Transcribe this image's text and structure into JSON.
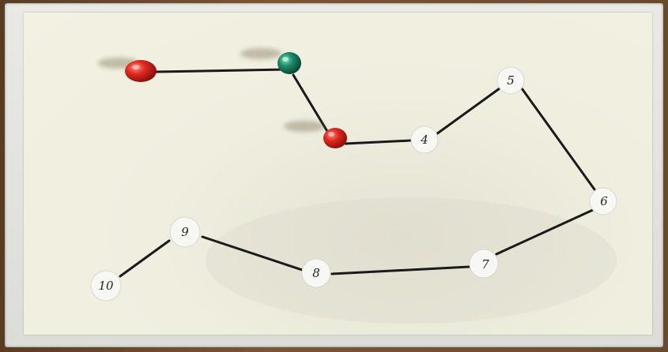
{
  "photo": {
    "subject": "whiteboard-with-connected-points"
  },
  "markers": [
    {
      "id": "marker-1",
      "label": "",
      "color": "#d6231c"
    },
    {
      "id": "marker-2",
      "label": "",
      "color": "#1d8a6b"
    },
    {
      "id": "marker-3",
      "label": "",
      "color": "#d6231c"
    }
  ],
  "points": [
    {
      "id": "point-4",
      "label": "4"
    },
    {
      "id": "point-5",
      "label": "5"
    },
    {
      "id": "point-6",
      "label": "6"
    },
    {
      "id": "point-7",
      "label": "7"
    },
    {
      "id": "point-8",
      "label": "8"
    },
    {
      "id": "point-9",
      "label": "9"
    },
    {
      "id": "point-10",
      "label": "10"
    }
  ],
  "colors": {
    "line": "#1a1a1a",
    "board": "#f1efdf",
    "frame": "#e3e3df",
    "table": "#6b4a2e",
    "dot": "#f7f7f3"
  }
}
